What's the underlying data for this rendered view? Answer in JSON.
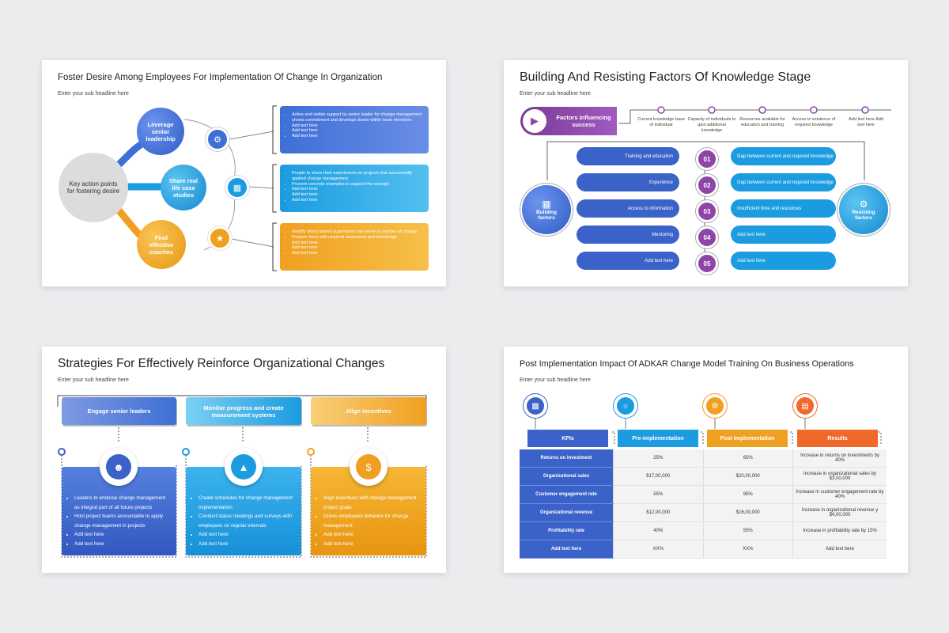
{
  "slide1": {
    "title": "Foster Desire Among Employees For Implementation Of Change In Organization",
    "subtitle": "Enter your sub headline here",
    "center_label": "Key action points for fostering desire",
    "nodes": [
      {
        "label": "Leverage senior leadership",
        "color": "#3e6fd6",
        "icon": "presentation-icon",
        "bullets": [
          "Active and visible support by senior leader for change management shows commitment and develops desire within team members",
          "Add text here",
          "Add text here",
          "Add text here"
        ]
      },
      {
        "label": "Share real life case studies",
        "color": "#1b9be0",
        "icon": "case-study-icon",
        "bullets": [
          "People to share their experiences on projects that successfully applied change management",
          "Present concrete examples to support the concept",
          "Add text here",
          "Add text here",
          "Add text here"
        ]
      },
      {
        "label": "Find effective coaches",
        "color": "#f0a020",
        "icon": "coach-icon",
        "bullets": [
          "Identify which team's supervisors can serve a coaches of change",
          "Prepare them with required awareness and knowledge",
          "Add text here",
          "Add text here",
          "Add text here"
        ]
      }
    ]
  },
  "slide2": {
    "title": "Building And Resisting Factors Of Knowledge Stage",
    "subtitle": "Enter your sub headline here",
    "influencing_label": "Factors influencing success",
    "influencing_factors": [
      "Current knowledge base of individual",
      "Capacity of individuals to gain additional knowledge",
      "Resources available for education and training",
      "Access to existence of required knowledge",
      "Add text here Add text here"
    ],
    "building_label": "Building factors",
    "resisting_label": "Resisting factors",
    "rows": [
      {
        "num": "01",
        "building": "Training and education",
        "resisting": "Gap between current and required knowledge"
      },
      {
        "num": "02",
        "building": "Experience",
        "resisting": "Gap between current and required knowledge"
      },
      {
        "num": "03",
        "building": "Access to information",
        "resisting": "Insufficient time and resources"
      },
      {
        "num": "04",
        "building": "Mentoring",
        "resisting": "Add text here"
      },
      {
        "num": "05",
        "building": "Add text here",
        "resisting": "Add text here"
      }
    ]
  },
  "slide3": {
    "title": "Strategies For Effectively Reinforce Organizational Changes",
    "subtitle": "Enter your sub headline here",
    "columns": [
      {
        "heading": "Engage senior leaders",
        "icon": "team-icon",
        "bullets": [
          "Leaders to endorse change management as integral part of all future projects",
          "Hold project teams accountable to apply change management in projects",
          "Add text here",
          "Add text here"
        ]
      },
      {
        "heading": "Monitor progress and create measurement systems",
        "icon": "growth-chart-icon",
        "bullets": [
          "Create schedules for change management implementation",
          "Conduct status meetings and surveys with employees on regular intervals",
          "Add text here",
          "Add text here"
        ]
      },
      {
        "heading": "Align incentives",
        "icon": "incentive-icon",
        "bullets": [
          "Align incentives with change management project goals",
          "Drives employees behavior for change management",
          "Add text here",
          "Add text here"
        ]
      }
    ]
  },
  "slide4": {
    "title": "Post Implementation Impact Of ADKAR Change Model Training On Business Operations",
    "subtitle": "Enter your sub headline here",
    "headers": [
      {
        "label": "KPIs",
        "color": "#3a62c8",
        "icon": "monitor-icon"
      },
      {
        "label": "Pre-implementation",
        "color": "#1b9be0",
        "icon": "lightbulb-icon"
      },
      {
        "label": "Post implementation",
        "color": "#f0a020",
        "icon": "gears-icon"
      },
      {
        "label": "Results",
        "color": "#f0682a",
        "icon": "document-icon"
      }
    ],
    "rows": [
      [
        "Returns on investment",
        "25%",
        "65%",
        "Increase in returns on investments by 40%"
      ],
      [
        "Organizational sales",
        "$17,00,000",
        "$20,00,000",
        "Increase in organizational sales by $3,00,000"
      ],
      [
        "Customer engagement rate",
        "55%",
        "95%",
        "Increase in customer engagement rate by 40%"
      ],
      [
        "Organizational revenue",
        "$12,00,000",
        "$16,00,000",
        "Increase in organizational revenue y $4,00,000"
      ],
      [
        "Profitability rate",
        "40%",
        "55%",
        "Increase in profitability rate by 15%"
      ],
      [
        "Add text here",
        "XX%",
        "XX%",
        "Add text here"
      ]
    ]
  }
}
